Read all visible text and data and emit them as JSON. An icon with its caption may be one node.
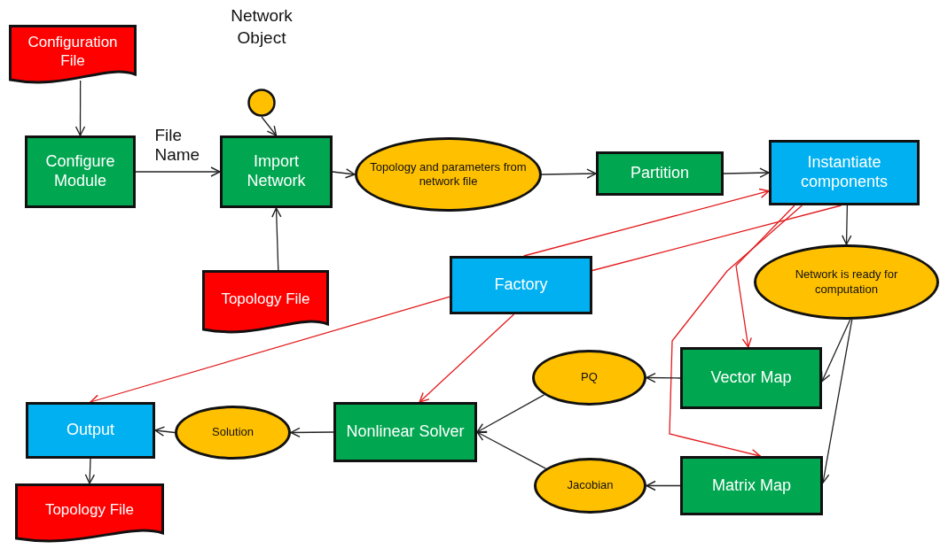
{
  "diagram": {
    "nodes": [
      {
        "text": [
          "Configuration File"
        ]
      },
      {
        "text": [
          "Configure Module"
        ]
      },
      {
        "text": [
          "Network Object"
        ]
      },
      {
        "text": [
          "Import Network"
        ]
      },
      {
        "text": [
          "Topology File"
        ]
      },
      {
        "text": [
          "Topology and parameters from network file"
        ]
      },
      {
        "text": [
          "Partition"
        ]
      },
      {
        "text": [
          "Instantiate components"
        ]
      },
      {
        "text": [
          "Factory"
        ]
      },
      {
        "text": [
          "Network is ready for computation"
        ]
      },
      {
        "text": [
          "Vector Map"
        ]
      },
      {
        "text": [
          "PQ"
        ]
      },
      {
        "text": [
          "Nonlinear Solver"
        ]
      },
      {
        "text": [
          "Jacobian"
        ]
      },
      {
        "text": [
          "Matrix Map"
        ]
      },
      {
        "text": [
          "Output"
        ]
      },
      {
        "text": [
          "Solution"
        ]
      },
      {
        "text": [
          "Topology File"
        ]
      }
    ],
    "edges": [
      {
        "from": 0,
        "to": 1,
        "arrow": "to"
      },
      {
        "from": 1,
        "to": 3,
        "arrow": "to",
        "label": "File Name"
      },
      {
        "from": 2,
        "to": 3,
        "arrow": "to"
      },
      {
        "from": 4,
        "to": 3,
        "arrow": "to"
      },
      {
        "from": 3,
        "to": 5,
        "arrow": "to"
      },
      {
        "from": 5,
        "to": 6,
        "arrow": "to"
      },
      {
        "from": 6,
        "to": 7,
        "arrow": "to"
      },
      {
        "from": 8,
        "to": 7,
        "arrow": "to",
        "color": "#e31a1c"
      },
      {
        "from": 7,
        "to": 8,
        "arrow": "none",
        "color": "#e31a1c"
      },
      {
        "from": 7,
        "to": 9,
        "arrow": "to"
      },
      {
        "from": 7,
        "to": 10,
        "arrow": "to",
        "color": "#e31a1c"
      },
      {
        "from": 7,
        "to": 14,
        "arrow": "to",
        "color": "#e31a1c"
      },
      {
        "from": 9,
        "to": 10,
        "arrow": "to"
      },
      {
        "from": 9,
        "to": 14,
        "arrow": "to"
      },
      {
        "from": 8,
        "to": 15,
        "arrow": "to",
        "color": "#e31a1c"
      },
      {
        "from": 8,
        "to": 12,
        "arrow": "to",
        "color": "#e31a1c"
      },
      {
        "from": 10,
        "to": 11,
        "arrow": "to"
      },
      {
        "from": 14,
        "to": 13,
        "arrow": "to"
      },
      {
        "from": 11,
        "to": 12,
        "arrow": "to"
      },
      {
        "from": 13,
        "to": 12,
        "arrow": "to"
      },
      {
        "from": 12,
        "to": 16,
        "arrow": "to"
      },
      {
        "from": 16,
        "to": 15,
        "arrow": "to"
      },
      {
        "from": 15,
        "to": 17,
        "arrow": "to"
      }
    ]
  }
}
